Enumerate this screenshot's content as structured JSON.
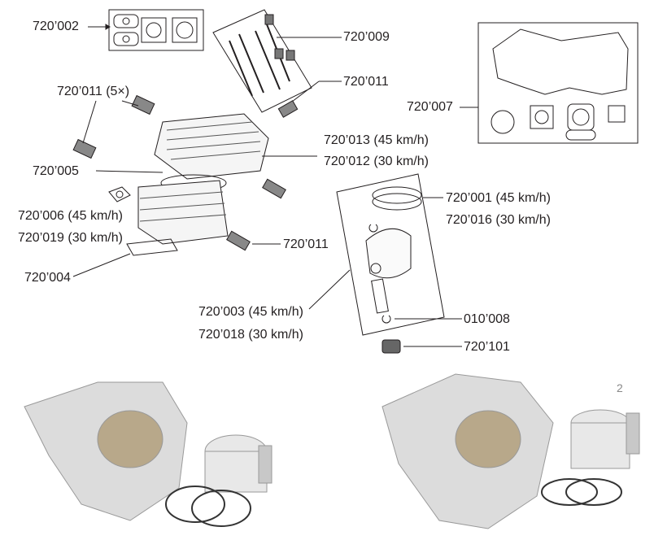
{
  "labels": {
    "p720002": "720’002",
    "p720009": "720’009",
    "p720011_5x": "720’011 (5×)",
    "p720011_a": "720’011",
    "p720007": "720’007",
    "p720013": "720’013 (45 km/h)",
    "p720012": "720’012 (30 km/h)",
    "p720005": "720’005",
    "p720001": "720’001 (45 km/h)",
    "p720016": "720’016 (30 km/h)",
    "p720006": "720’006 (45 km/h)",
    "p720019": "720’019 (30 km/h)",
    "p720011_b": "720’011",
    "p720004": "720’004",
    "p720003": "720’003 (45 km/h)",
    "p720018": "720’018 (30 km/h)",
    "p010008": "010’008",
    "p720101": "720’101"
  },
  "photo_number": "2"
}
